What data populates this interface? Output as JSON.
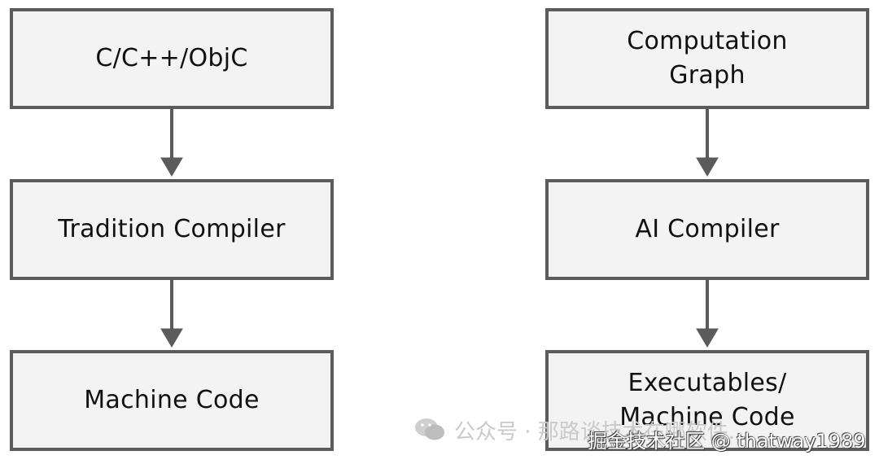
{
  "left_column": {
    "source": "C/C++/ObjC",
    "compiler": "Tradition Compiler",
    "output": "Machine Code"
  },
  "right_column": {
    "source_line1": "Computation",
    "source_line2": "Graph",
    "compiler": "AI Compiler",
    "output_line1": "Executables/",
    "output_line2": "Machine Code"
  },
  "watermark": {
    "wechat": "公众号 · 那路谈技术在哪软件...",
    "juejin": "掘金技术社区 @ thatway1989"
  },
  "colors": {
    "box_fill": "#f3f3f3",
    "box_border": "#5b5b5b",
    "arrow": "#5b5b5b",
    "text": "#111111"
  }
}
